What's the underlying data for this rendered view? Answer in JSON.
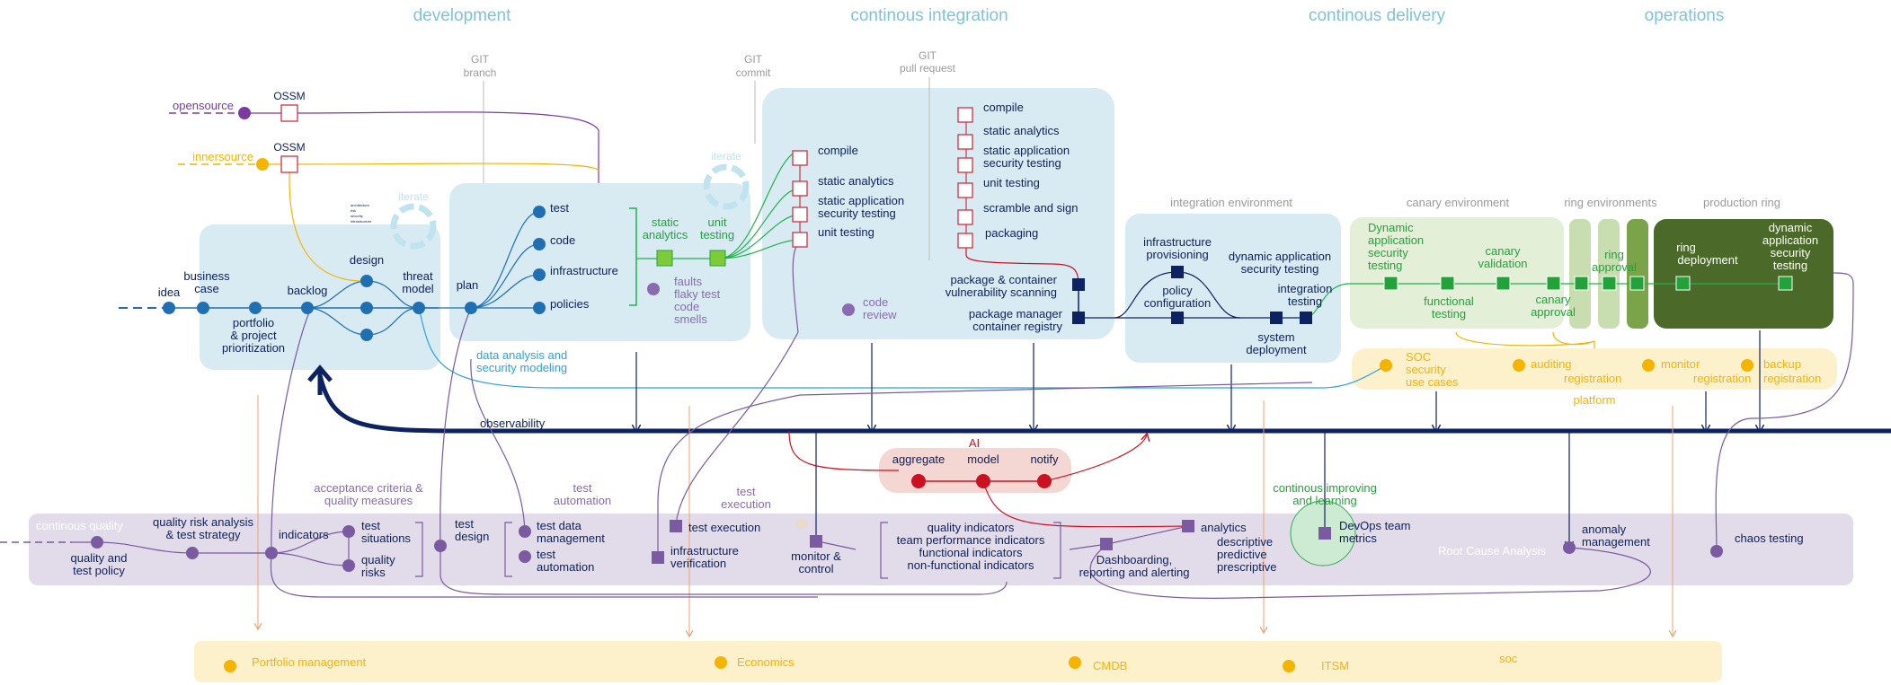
{
  "phases": [
    "development",
    "continous integration",
    "continous delivery",
    "operations"
  ],
  "git": {
    "branch": [
      "GIT",
      "branch"
    ],
    "commit": [
      "GIT",
      "commit"
    ],
    "pull": [
      "GIT",
      "pull request"
    ]
  },
  "sources": {
    "opensource": "opensource",
    "innersource": "innersource",
    "ossm": "OSSM"
  },
  "iterate": "iterate",
  "pipeline": {
    "idea": "idea",
    "business_case": [
      "business",
      "case"
    ],
    "portfolio": [
      "portfolio",
      "& project",
      "prioritization"
    ],
    "backlog": "backlog",
    "design": "design",
    "design_tiny": [
      "architecture",
      "risk",
      "security",
      "infrastructure"
    ],
    "threat_model": [
      "threat",
      "model"
    ],
    "plan": "plan",
    "test": "test",
    "code": "code",
    "infrastructure": "infrastructure",
    "policies": "policies",
    "static_analytics": [
      "static",
      "analytics"
    ],
    "unit_testing": [
      "unit",
      "testing"
    ],
    "faults": [
      "faults",
      "flaky test",
      "code",
      "smells"
    ],
    "data_analysis": [
      "data analysis and",
      "security modeling"
    ]
  },
  "ci_left": [
    "compile",
    "static analytics",
    "static application security testing",
    "unit testing"
  ],
  "ci_left_lines": [
    [
      "compile"
    ],
    [
      "static analytics"
    ],
    [
      "static application",
      "security testing"
    ],
    [
      "unit testing"
    ]
  ],
  "ci_right_lines": [
    [
      "compile"
    ],
    [
      "static analytics"
    ],
    [
      "static application",
      "security testing"
    ],
    [
      "unit testing"
    ],
    [
      "scramble and sign"
    ],
    [
      "packaging"
    ]
  ],
  "code_review": [
    "code",
    "review"
  ],
  "package_scan": [
    "package & container",
    "vulnerability scanning"
  ],
  "package_registry": [
    "package manager",
    "container registry"
  ],
  "integration_env": {
    "title": "integration environment",
    "infra": [
      "infrastructure",
      "provisioning"
    ],
    "dast": [
      "dynamic application",
      "security testing"
    ],
    "policy": [
      "policy",
      "configuration"
    ],
    "integration_testing": [
      "integration",
      "testing"
    ],
    "system_deployment": [
      "system",
      "deployment"
    ]
  },
  "environments": {
    "canary": "canary environment",
    "ring": "ring environments",
    "production": "production ring"
  },
  "canary_box": {
    "dast": [
      "Dynamic",
      "application",
      "security",
      "testing"
    ],
    "canary_validation": [
      "canary",
      "validation"
    ],
    "functional_testing": [
      "functional",
      "testing"
    ],
    "canary_approval": [
      "canary",
      "approval"
    ],
    "ring_approval": [
      "ring",
      "approval"
    ]
  },
  "production_box": {
    "ring_deployment": [
      "ring",
      "deployment"
    ],
    "dast": [
      "dynamic",
      "application",
      "security",
      "testing"
    ]
  },
  "platform": {
    "items": [
      [
        "SOC",
        "security",
        "use cases"
      ],
      [
        "auditing",
        "registration"
      ],
      [
        "monitor",
        "registration"
      ],
      [
        "backup",
        "registration"
      ]
    ],
    "label": "platform"
  },
  "observability": "observability",
  "ai": {
    "title": "AI",
    "items": [
      "aggregate",
      "model",
      "notify"
    ]
  },
  "quality": {
    "continous_quality": "continous quality",
    "quality_policy": [
      "quality and",
      "test policy"
    ],
    "risk_analysis": [
      "quality risk analysis",
      "& test strategy"
    ],
    "acceptance": [
      "acceptance criteria &",
      "quality measures"
    ],
    "indicators": "indicators",
    "test_situations": [
      "test",
      "situations"
    ],
    "quality_risks": [
      "quality",
      "risks"
    ],
    "test_design": [
      "test",
      "design"
    ],
    "test_automation_title": [
      "test",
      "automation"
    ],
    "test_data": [
      "test data",
      "management"
    ],
    "test_automation": [
      "test",
      "automation"
    ],
    "test_execution_title": [
      "test",
      "execution"
    ],
    "test_execution": "test execution",
    "infra_verification": [
      "infrastructure",
      "verification"
    ],
    "monitor_control": [
      "monitor &",
      "control"
    ],
    "indicator_list": [
      "quality indicators",
      "team performance indicators",
      "functional indicators",
      "non-functional indicators"
    ],
    "dashboarding": [
      "Dashboarding,",
      "reporting and alerting"
    ],
    "analytics": "analytics",
    "analytics_types": [
      "descriptive",
      "predictive",
      "prescriptive"
    ],
    "continous_improving": [
      "continous improving",
      "and learning"
    ],
    "devops_metrics": [
      "DevOps team",
      "metrics"
    ],
    "root_cause": "Root Cause Analysis",
    "anomaly": [
      "anomaly",
      "management"
    ],
    "chaos": "chaos testing"
  },
  "bottom": [
    "Portfolio management",
    "Economics",
    "CMDB",
    "ITSM",
    "soc"
  ],
  "colors": {
    "blue": "#1f6fb2",
    "navy": "#0d2260",
    "green": "#22b14c",
    "yellow": "#f5b400",
    "purple": "#7a5aa0",
    "red": "#cc1122",
    "light_blue_bg": "#d8ebf3",
    "lavender_bg": "#e2dcea",
    "cream_bg": "#fdf1cc",
    "olive": "#4b6a2a",
    "teal": "#7fc3d8"
  }
}
